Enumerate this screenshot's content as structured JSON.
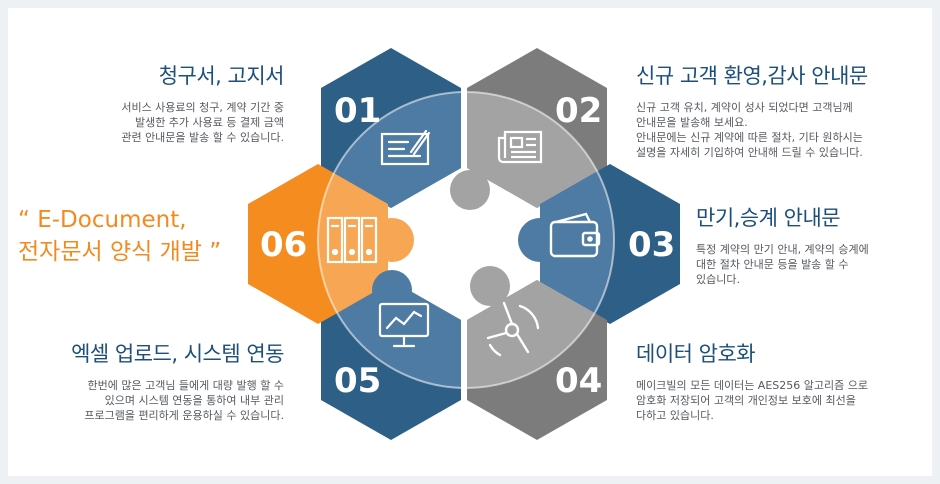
{
  "colors": {
    "dark_blue": "#2e5f86",
    "mid_blue": "#4e7ba3",
    "gray_dark": "#7c7c7c",
    "gray_light": "#a3a3a3",
    "orange": "#f58c1f",
    "orange_light": "#f7a653",
    "title_text": "#1c4f7a",
    "slogan": "#f48a1f"
  },
  "slogan": {
    "line1": "“ E-Document,",
    "line2": "전자문서 양식 개발 ”"
  },
  "segments": [
    {
      "number": "01",
      "icon": "document-edit-icon"
    },
    {
      "number": "02",
      "icon": "newspaper-icon"
    },
    {
      "number": "03",
      "icon": "wallet-icon"
    },
    {
      "number": "04",
      "icon": "fan-icon"
    },
    {
      "number": "05",
      "icon": "monitor-chart-icon"
    },
    {
      "number": "06",
      "icon": "binders-icon"
    }
  ],
  "blocks": {
    "b01": {
      "title": "청구서, 고지서",
      "desc": [
        "서비스 사용료의 청구, 계약 기간 중",
        "발생한 추가 사용료 등 결제 금액",
        "관련 안내문을 발송 할 수 있습니다."
      ]
    },
    "b02": {
      "title": "신규 고객 환영,감사 안내문",
      "desc": [
        "신규 고객 유치, 계약이 성사 되었다면 고객님께",
        "안내문을 발송해 보세요.",
        "안내문에는 신규 계약에 따른 절차, 기타 원하시는",
        "설명을 자세히 기입하여 안내해 드릴 수 있습니다."
      ]
    },
    "b03": {
      "title": "만기,승계 안내문",
      "desc": [
        "특정 계약의 만기 안내, 계약의 승계에",
        "대한 절차 안내문 등을 발송 할 수",
        "있습니다."
      ]
    },
    "b04": {
      "title": "데이터 암호화",
      "desc": [
        "메이크빌의 모든 데이터는 AES256 알고리즘 으로",
        "암호화 저장되어 고객의 개인정보 보호에 최선을",
        "다하고 있습니다."
      ]
    },
    "b05": {
      "title": "엑셀 업로드, 시스템 연동",
      "desc": [
        "한번에 많은 고객님 들에게 대량 발행 할 수",
        "있으며 시스템 연동을 통하여 내부 관리",
        "프로그램을 편리하게 운용하실 수 있습니다."
      ]
    }
  }
}
